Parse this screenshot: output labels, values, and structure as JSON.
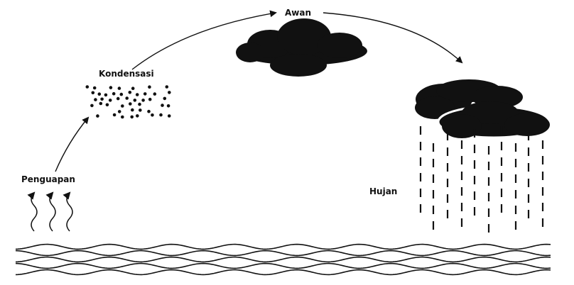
{
  "labels": {
    "evaporation": "Penguapan",
    "condensation": "Kondensasi",
    "cloud": "Awan",
    "rain": "Hujan"
  },
  "colors": {
    "ink": "#111111",
    "background": "#ffffff"
  }
}
